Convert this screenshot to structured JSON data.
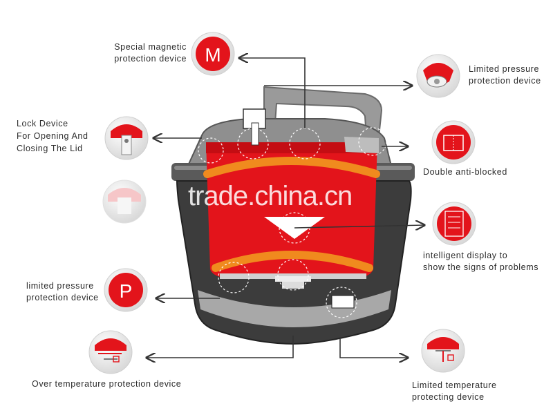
{
  "callouts": {
    "magnetic": {
      "text": "Special magnetic\nprotection device",
      "letter": "M"
    },
    "lock": {
      "text": "Lock Device\nFor Opening And\nClosing The Lid"
    },
    "limited_pressure_left": {
      "text": "limited pressure\nprotection device",
      "letter": "P"
    },
    "over_temp": {
      "text": "Over temperature protection device"
    },
    "limited_pressure_right": {
      "text": "Limited pressure\nprotection device"
    },
    "anti_blocked": {
      "text": "Double anti-blocked"
    },
    "display": {
      "text": "intelligent display to\nshow the signs of problems"
    },
    "limited_temp": {
      "text": "Limited temperature\nprotecting device"
    }
  },
  "watermark": "trade.china.cn",
  "colors": {
    "red": "#e3141b",
    "dark": "#3c3c3c",
    "grey": "#9a9a9a",
    "orange": "#f08a1e"
  }
}
